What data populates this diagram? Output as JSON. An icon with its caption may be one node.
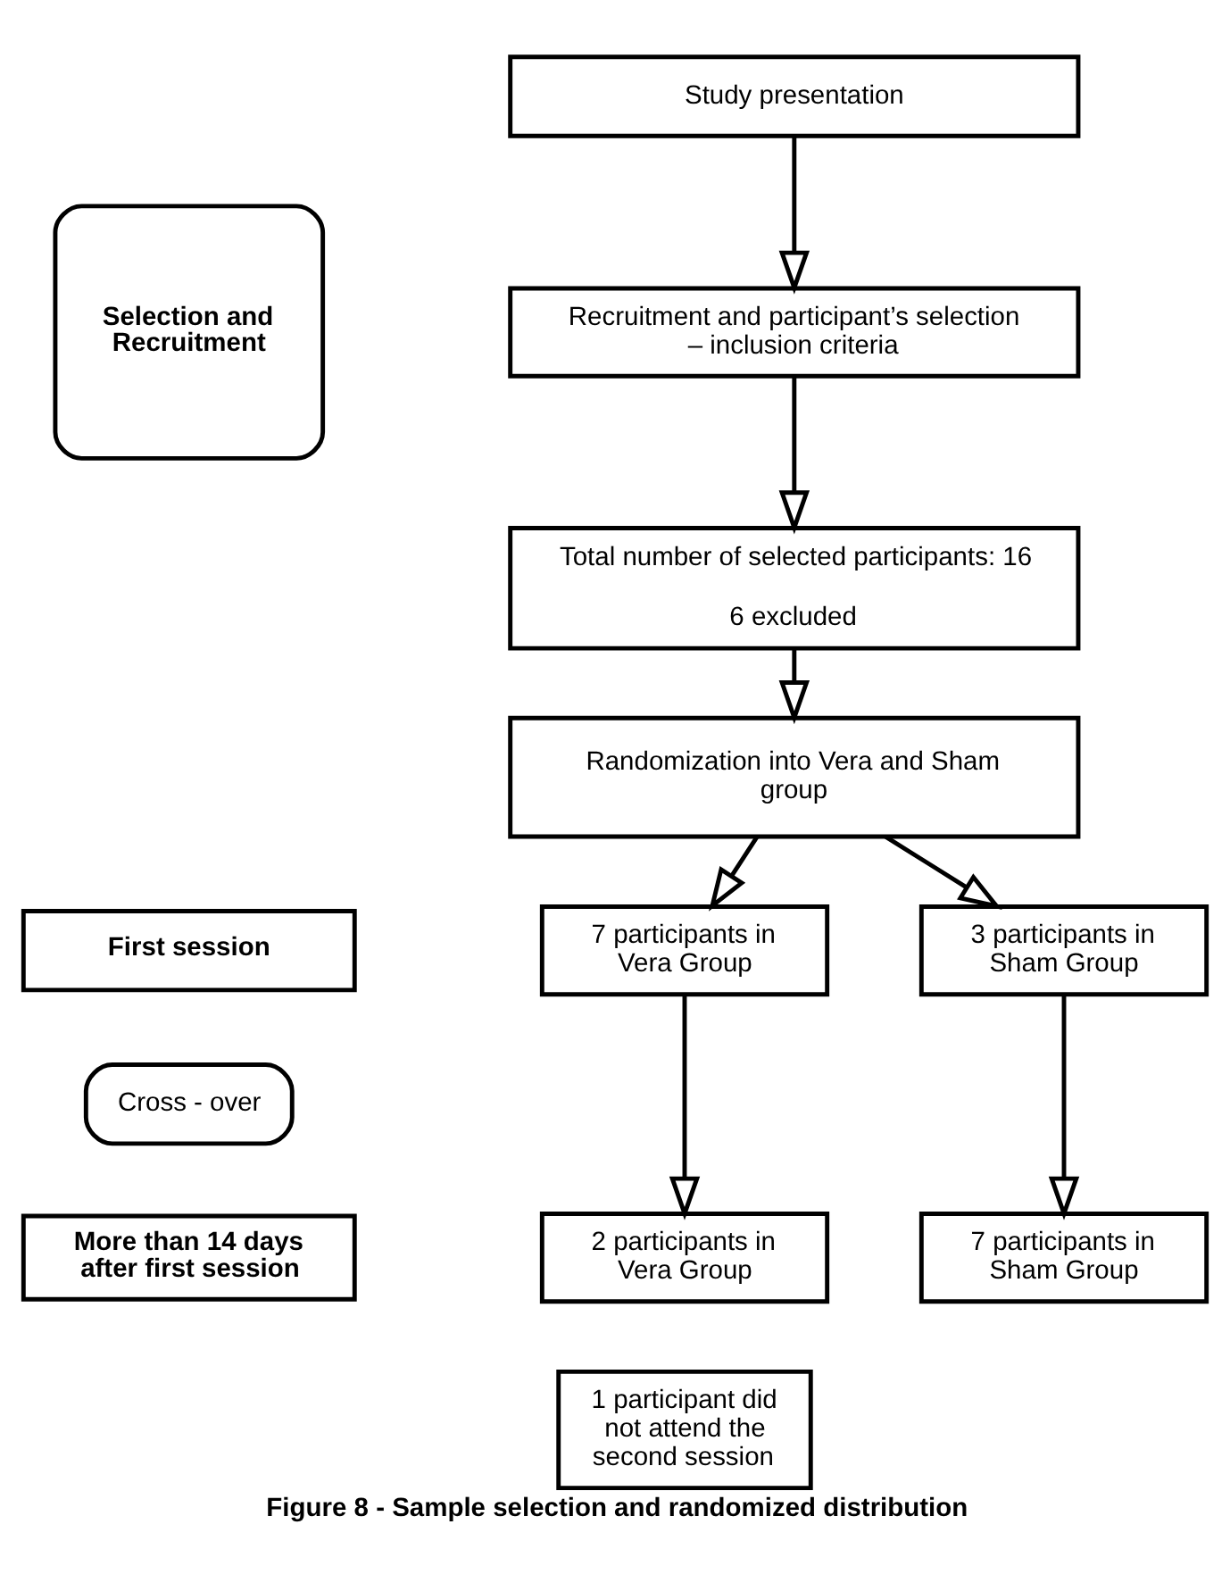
{
  "diagram": {
    "caption": "Figure 8 - Sample selection and randomized distribution",
    "nodes": [
      {
        "text": [
          "Study presentation"
        ]
      },
      {
        "text": [
          "Selection and Recruitment"
        ]
      },
      {
        "text": [
          "Recruitment and participant’s selection – inclusion criteria"
        ]
      },
      {
        "text": [
          "Total number of selected participants: 16",
          "6 excluded"
        ]
      },
      {
        "text": [
          "Randomization into Vera and Sham group"
        ]
      },
      {
        "text": [
          "First session"
        ]
      },
      {
        "text": [
          "7 participants in Vera Group"
        ]
      },
      {
        "text": [
          "3 participants in Sham Group"
        ]
      },
      {
        "text": [
          "Cross - over"
        ]
      },
      {
        "text": [
          "More than 14 days after first session"
        ]
      },
      {
        "text": [
          "2 participants in Vera Group"
        ]
      },
      {
        "text": [
          "7 participants in Sham Group"
        ]
      },
      {
        "text": [
          "1 participant did not attend the second session"
        ]
      }
    ],
    "edges": [
      {
        "from": 0,
        "to": 2,
        "arrow": "to"
      },
      {
        "from": 2,
        "to": 3,
        "arrow": "to"
      },
      {
        "from": 3,
        "to": 4,
        "arrow": "to"
      },
      {
        "from": 4,
        "to": 6,
        "arrow": "to"
      },
      {
        "from": 4,
        "to": 7,
        "arrow": "to"
      },
      {
        "from": 6,
        "to": 10,
        "arrow": "to"
      },
      {
        "from": 7,
        "to": 11,
        "arrow": "to"
      }
    ]
  }
}
